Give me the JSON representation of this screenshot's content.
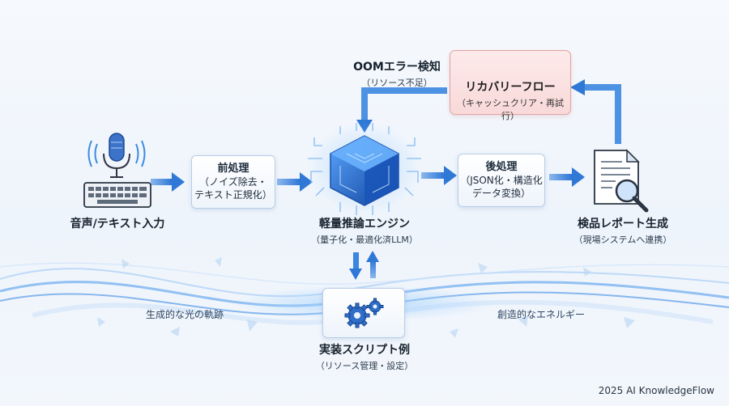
{
  "nodes": {
    "input": {
      "title": "音声/テキスト入力"
    },
    "preprocess": {
      "title": "前処理",
      "line1": "（ノイズ除去・",
      "line2": "テキスト正規化）"
    },
    "engine": {
      "title": "軽量推論エンジン",
      "sub": "（量子化・最適化済LLM）"
    },
    "postprocess": {
      "title": "後処理",
      "line1": "（JSON化・構造化",
      "line2": "データ変換）"
    },
    "report": {
      "title": "検品レポート生成",
      "sub": "（現場システムへ連携）"
    },
    "oom": {
      "title": "OOMエラー検知",
      "sub": "（リソース不足）"
    },
    "recovery": {
      "title": "リカバリーフロー",
      "sub": "（キャッシュクリア・再試行）"
    },
    "script": {
      "title": "実装スクリプト例",
      "sub": "（リソース管理・設定）"
    }
  },
  "wave_labels": {
    "left": "生成的な光の軌跡",
    "right": "創造的なエネルギー"
  },
  "footer": "2025 AI KnowledgeFlow",
  "icons": [
    "microphone-icon",
    "keyboard-icon",
    "cube-chip-icon",
    "document-search-icon",
    "warning-icon",
    "gears-icon"
  ],
  "colors": {
    "accent": "#2f78d6",
    "warning": "#c62828",
    "recovery_bg": "#fbdede"
  }
}
